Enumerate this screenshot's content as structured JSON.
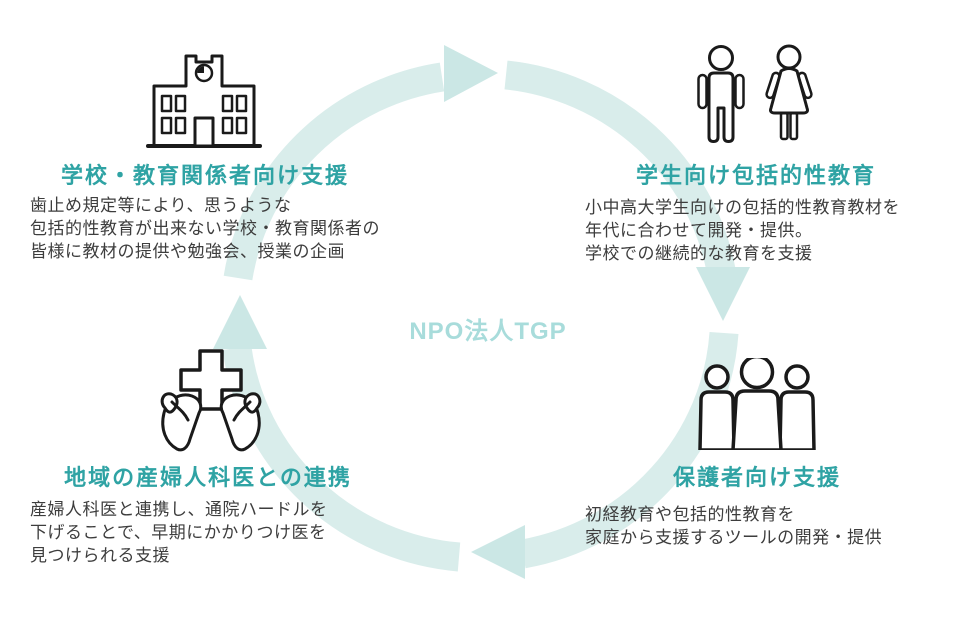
{
  "center_label": "NPO法人TGP",
  "colors": {
    "section_title": "#2fa3a4",
    "body_text": "#3d3d3d",
    "arrow": "#d9edeb",
    "arrow_head": "#cbe7e5",
    "center_label": "#a8dcdb",
    "icon_outline": "#1a1a1a"
  },
  "cycle": {
    "direction": "clockwise",
    "arrow_count": 4
  },
  "sections": [
    {
      "id": "schools",
      "icon": "school-building-icon",
      "title": "学校・教育関係者向け支援",
      "description_lines": [
        "歯止め規定等により、思うような",
        "包括的性教育が出来ない学校・教育関係者の",
        "皆様に教材の提供や勉強会、授業の企画"
      ]
    },
    {
      "id": "students",
      "icon": "man-woman-icon",
      "title": "学生向け包括的性教育",
      "description_lines": [
        "小中高大学生向けの包括的性教育教材を",
        "年代に合わせて開発・提供。",
        "学校での継続的な教育を支援"
      ]
    },
    {
      "id": "doctors",
      "icon": "hands-medical-cross-icon",
      "title": "地域の産婦人科医との連携",
      "description_lines": [
        "産婦人科医と連携し、通院ハードルを",
        "下げることで、早期にかかりつけ医を",
        "見つけられる支援"
      ]
    },
    {
      "id": "parents",
      "icon": "family-group-icon",
      "title": "保護者向け支援",
      "description_lines": [
        "初経教育や包括的性教育を",
        "家庭から支援するツールの開発・提供"
      ]
    }
  ]
}
